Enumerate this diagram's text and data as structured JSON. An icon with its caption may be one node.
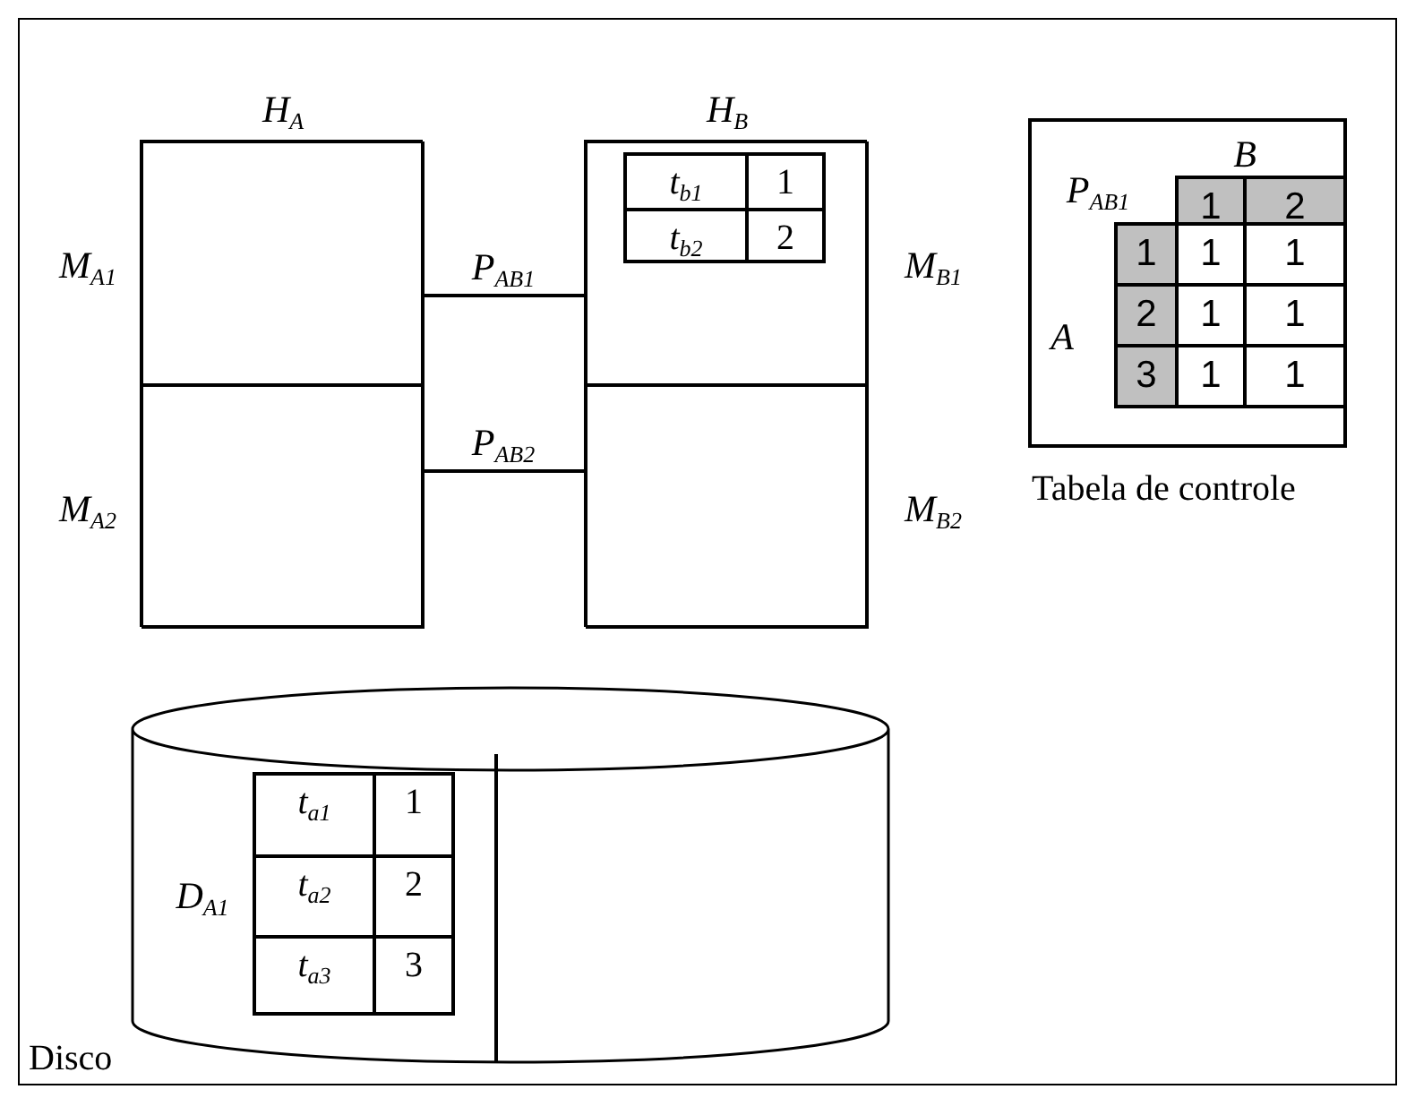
{
  "diagram": {
    "nodes": [
      {
        "text": [
          "H$_{A}$"
        ]
      },
      {
        "text": [
          "M$_{A1}$"
        ],
        "in": 0
      },
      {
        "text": [
          "M$_{A2}$"
        ],
        "in": 0
      },
      {
        "text": [
          "H$_{B}$"
        ]
      },
      {
        "text": [
          "M$_{B1}$"
        ],
        "in": 3
      },
      {
        "text": [
          "t$_{b1}$",
          "1",
          "t$_{b2}$",
          "2"
        ],
        "in": 4
      },
      {
        "text": [
          "M$_{B2}$"
        ],
        "in": 3
      },
      {
        "text": [
          "P$_{AB1}$",
          "B",
          "A"
        ],
        "beside": [
          "Tabela de controle"
        ]
      },
      {
        "text": [
          "1",
          "2",
          "1",
          "1",
          "1",
          "2",
          "1",
          "1",
          "3",
          "1",
          "1"
        ],
        "in": 7
      },
      {
        "text": [],
        "shape": "cylinder",
        "beside": [
          "Disco"
        ]
      },
      {
        "text": [
          "D$_{A1}$"
        ],
        "in": 9
      },
      {
        "text": [
          "t$_{a1}$",
          "1",
          "t$_{a2}$",
          "2",
          "t$_{a3}$",
          "3"
        ],
        "in": 10
      }
    ],
    "edges": [
      {
        "from": 1,
        "to": 4,
        "arrow": "none",
        "label": "P$_{AB1}$"
      },
      {
        "from": 2,
        "to": 6,
        "arrow": "none",
        "label": "P$_{AB2}$"
      }
    ]
  }
}
